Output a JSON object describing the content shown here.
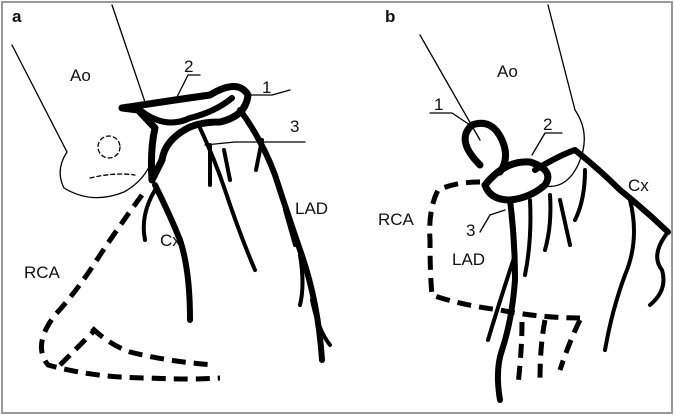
{
  "panels": [
    {
      "id": "a",
      "panel_label": "a",
      "labels": {
        "aorta": "Ao",
        "rca": "RCA",
        "cx": "Cx",
        "lad": "LAD",
        "callout_1": "1",
        "callout_2": "2",
        "callout_3": "3"
      }
    },
    {
      "id": "b",
      "panel_label": "b",
      "labels": {
        "aorta": "Ao",
        "rca": "RCA",
        "cx": "Cx",
        "lad": "LAD",
        "callout_1": "1",
        "callout_2": "2",
        "callout_3": "3"
      }
    }
  ]
}
